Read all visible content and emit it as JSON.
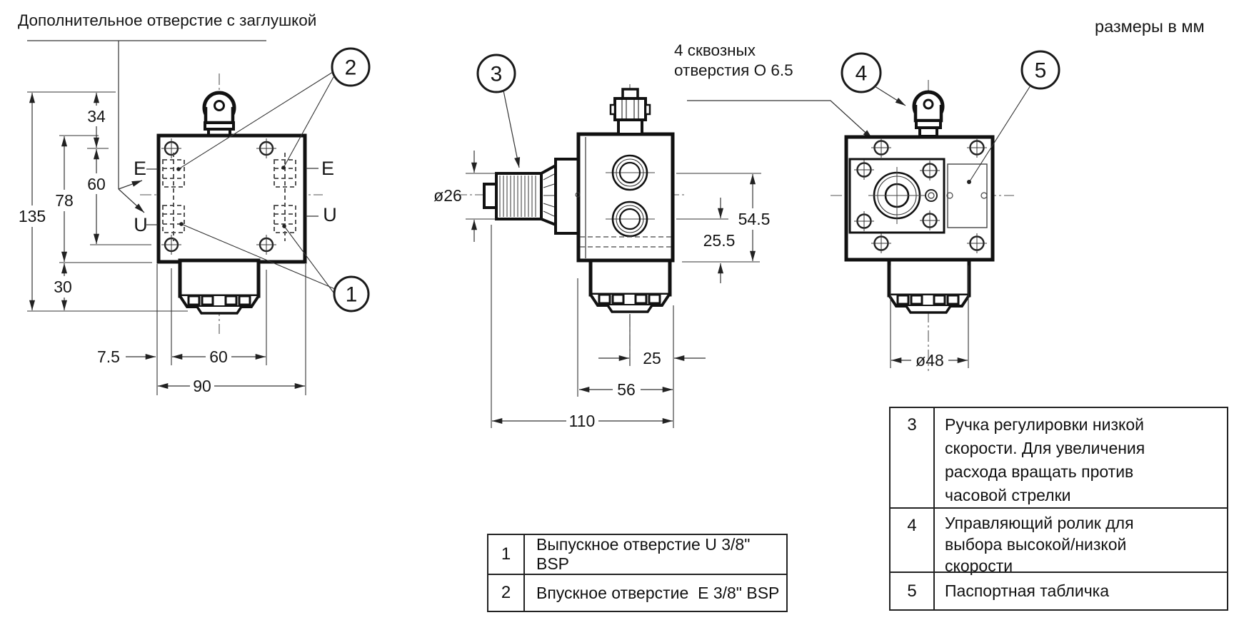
{
  "notes": {
    "plug_note": "Дополнительное отверстие с заглушкой",
    "units_note": "размеры в мм",
    "through_holes_line1": "4 сквозных",
    "through_holes_line2": "отверстия O 6.5"
  },
  "front_view": {
    "dim_135": "135",
    "dim_78": "78",
    "dim_60_vertical": "60",
    "dim_34": "34",
    "dim_30": "30",
    "dim_7_5": "7.5",
    "dim_60_horizontal": "60",
    "dim_90": "90",
    "label_e_left": "E",
    "label_e_right": "E",
    "label_u_left": "U",
    "label_u_right": "U"
  },
  "side_view": {
    "dim_knob_diameter": "ø26",
    "dim_54_5": "54.5",
    "dim_25_5": "25.5",
    "dim_25": "25",
    "dim_56": "56",
    "dim_110": "110"
  },
  "back_view": {
    "dim_48": "ø48"
  },
  "callouts": {
    "c1": "1",
    "c2": "2",
    "c3": "3",
    "c4": "4",
    "c5": "5"
  },
  "ports_table": {
    "rows": [
      {
        "num": "1",
        "desc": "Выпускное отверстие U 3/8\" BSP"
      },
      {
        "num": "2",
        "desc": "Впускное отверстие  E 3/8\" BSP"
      }
    ]
  },
  "parts_table": {
    "rows": [
      {
        "num": "3",
        "desc": "Ручка регулировки низкой скорости. Для увеличения расхода вращать против часовой стрелки"
      },
      {
        "num": "4",
        "desc": "Управляющий ролик для выбора высокой/низкой скорости"
      },
      {
        "num": "5",
        "desc": "Паспортная табличка"
      }
    ]
  }
}
